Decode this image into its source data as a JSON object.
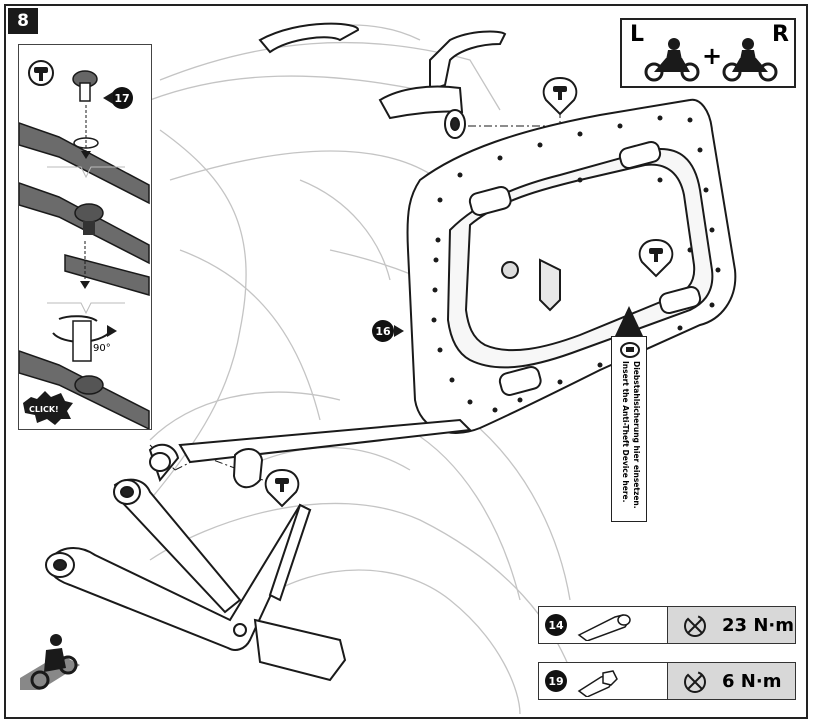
{
  "step": {
    "number": "8"
  },
  "side_indicator": {
    "left": "L",
    "plus": "+",
    "right": "R"
  },
  "inset": {
    "angle": "90°",
    "click_label": "CLICK!",
    "part_callout": "17"
  },
  "main": {
    "part_callout": "16"
  },
  "anti_theft": {
    "line_de": "Diebstahlsicherung hier einsetzen.",
    "line_en": "Insert the Anti-Theft Device here."
  },
  "torque": [
    {
      "part": "14",
      "value": "23 N·m",
      "screw_type": "long-screw-icon"
    },
    {
      "part": "19",
      "value": "6 N·m",
      "screw_type": "short-screw-icon"
    }
  ],
  "colors": {
    "ink": "#1a1a1a",
    "line": "#bdbdbd",
    "panel": "#d8d8d8"
  }
}
